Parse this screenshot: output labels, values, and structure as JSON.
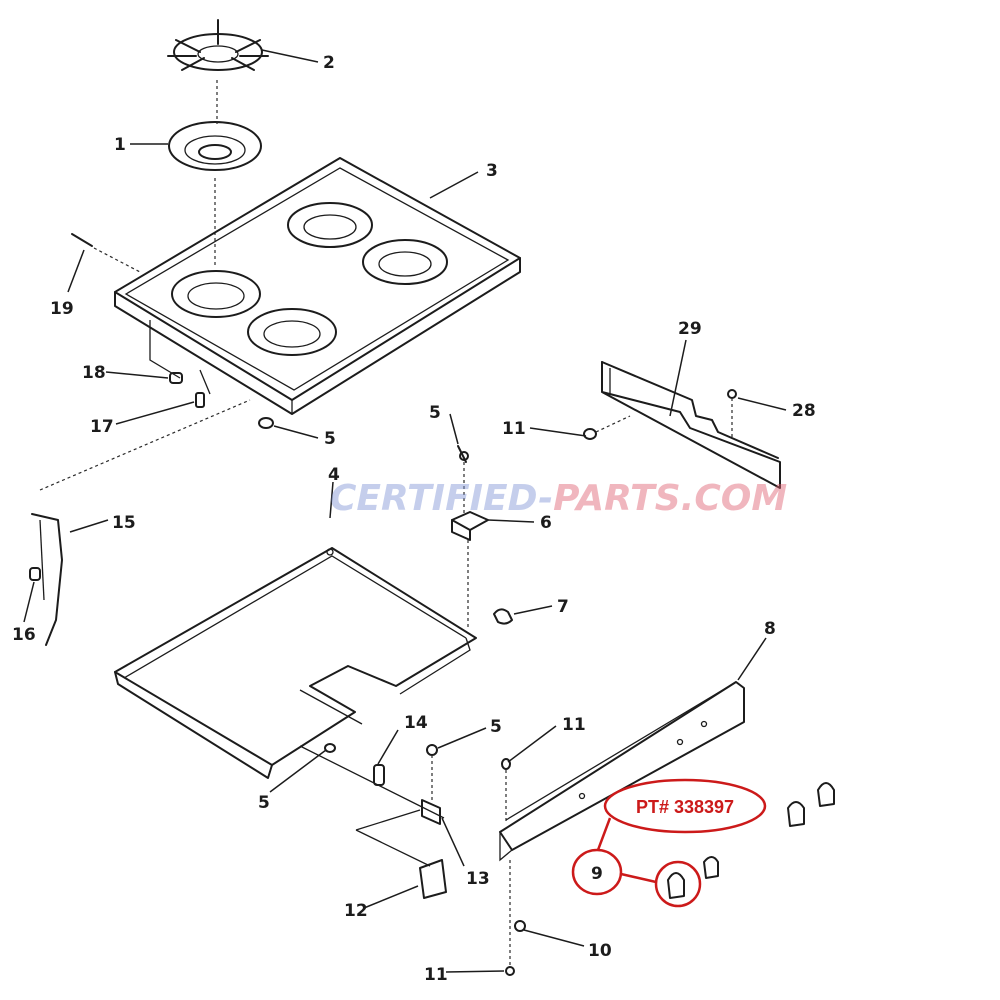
{
  "watermark": {
    "part1": "CERTIFIED-",
    "part2": "PARTS.COM",
    "color1": "#7f95d6",
    "color2": "#e06070"
  },
  "callouts": {
    "c1": "1",
    "c2": "2",
    "c3": "3",
    "c4": "4",
    "c5a": "5",
    "c5b": "5",
    "c5c": "5",
    "c5d": "5",
    "c6": "6",
    "c7": "7",
    "c8": "8",
    "c9": "9",
    "c10": "10",
    "c11a": "11",
    "c11b": "11",
    "c11c": "11",
    "c12": "12",
    "c13": "13",
    "c14": "14",
    "c15": "15",
    "c16": "16",
    "c17": "17",
    "c18": "18",
    "c19": "19",
    "c28": "28",
    "c29": "29"
  },
  "highlight": {
    "part_number": "PT# 338397",
    "color": "#cc1a1a"
  }
}
